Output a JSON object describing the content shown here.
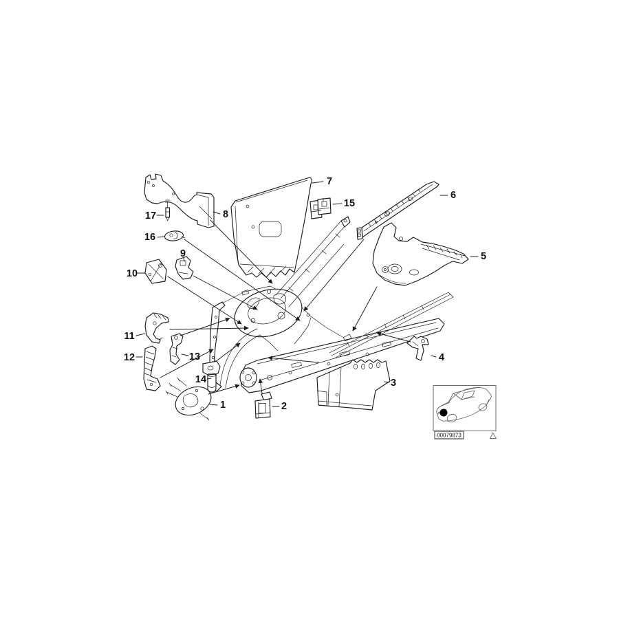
{
  "colors": {
    "background": "#ffffff",
    "line": "#1c1c1c",
    "marker": "#000000"
  },
  "diagram": {
    "part_labels": [
      "1",
      "2",
      "3",
      "4",
      "5",
      "6",
      "7",
      "8",
      "9",
      "10",
      "11",
      "12",
      "13",
      "14",
      "15",
      "16",
      "17"
    ],
    "inset": {
      "code": "00079873"
    }
  }
}
